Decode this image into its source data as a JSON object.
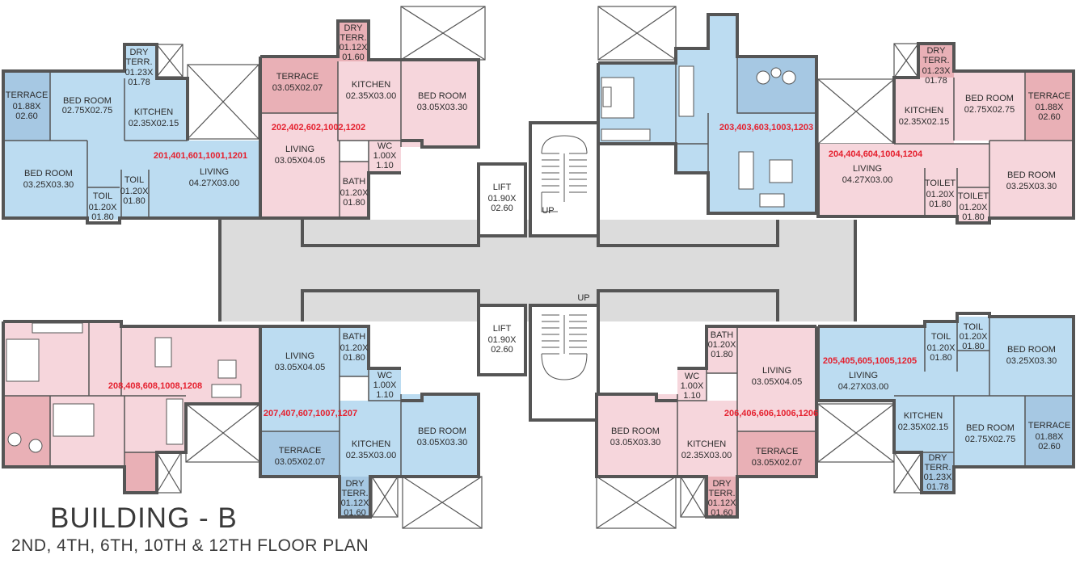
{
  "title": "BUILDING - B",
  "subtitle": "2ND, 4TH, 6TH, 10TH & 12TH FLOOR PLAN",
  "colors": {
    "blue": "#bcdcf1",
    "pink": "#f6d6dc",
    "darkblue": "#a6c8e3",
    "darkpink": "#e9b0b6",
    "lobby": "#dcdcdc",
    "wall": "#555555",
    "unit_text": "#e5202e"
  },
  "lifts": [
    {
      "name": "LIFT",
      "size": "01.90X 02.60"
    },
    {
      "name": "LIFT",
      "size": "01.90X 02.60"
    }
  ],
  "stairs": [
    {
      "label": "UP"
    },
    {
      "label": "UP"
    }
  ],
  "units": [
    {
      "numbers": "201,401,601,1001,1201",
      "rooms": [
        {
          "name": "TERRACE",
          "size": "01.88X 02.60"
        },
        {
          "name": "BED ROOM",
          "size": "02.75X02.75"
        },
        {
          "name": "DRY TERR.",
          "size": "01.23X 01.78"
        },
        {
          "name": "KITCHEN",
          "size": "02.35X02.15"
        },
        {
          "name": "BED ROOM",
          "size": "03.25X03.30"
        },
        {
          "name": "TOIL",
          "size": "01.20X 01.80"
        },
        {
          "name": "TOIL",
          "size": "01.20X 01.80"
        },
        {
          "name": "LIVING",
          "size": "04.27X03.00"
        }
      ]
    },
    {
      "numbers": "202,402,602,1002,1202",
      "rooms": [
        {
          "name": "TERRACE",
          "size": "03.05X02.07"
        },
        {
          "name": "DRY TERR.",
          "size": "01.12X 01.60"
        },
        {
          "name": "KITCHEN",
          "size": "02.35X03.00"
        },
        {
          "name": "BED ROOM",
          "size": "03.05X03.30"
        },
        {
          "name": "LIVING",
          "size": "03.05X04.05"
        },
        {
          "name": "WC",
          "size": "1.00X 1.10"
        },
        {
          "name": "BATH",
          "size": "01.20X 01.80"
        }
      ]
    },
    {
      "numbers": "203,403,603,1003,1203",
      "rooms": []
    },
    {
      "numbers": "204,404,604,1004,1204",
      "rooms": [
        {
          "name": "DRY TERR.",
          "size": "01.23X 01.78"
        },
        {
          "name": "BED ROOM",
          "size": "02.75X02.75"
        },
        {
          "name": "TERRACE",
          "size": "01.88X 02.60"
        },
        {
          "name": "KITCHEN",
          "size": "02.35X02.15"
        },
        {
          "name": "LIVING",
          "size": "04.27X03.00"
        },
        {
          "name": "BED ROOM",
          "size": "03.25X03.30"
        },
        {
          "name": "TOILET",
          "size": "01.20X 01.80"
        },
        {
          "name": "TOILET",
          "size": "01.20X 01.80"
        }
      ]
    },
    {
      "numbers": "205,405,605,1005,1205",
      "rooms": [
        {
          "name": "TOIL",
          "size": "01.20X 01.80"
        },
        {
          "name": "TOIL",
          "size": "01.20X 01.80"
        },
        {
          "name": "BED ROOM",
          "size": "03.25X03.30"
        },
        {
          "name": "LIVING",
          "size": "04.27X03.00"
        },
        {
          "name": "KITCHEN",
          "size": "02.35X02.15"
        },
        {
          "name": "BED ROOM",
          "size": "02.75X02.75"
        },
        {
          "name": "TERRACE",
          "size": "01.88X 02.60"
        },
        {
          "name": "DRY TERR.",
          "size": "01.23X 01.78"
        }
      ]
    },
    {
      "numbers": "206,406,606,1006,1206",
      "rooms": [
        {
          "name": "BATH",
          "size": "01.20X 01.80"
        },
        {
          "name": "LIVING",
          "size": "03.05X04.05"
        },
        {
          "name": "WC",
          "size": "1.00X 1.10"
        },
        {
          "name": "BED ROOM",
          "size": "03.05X03.30"
        },
        {
          "name": "KITCHEN",
          "size": "02.35X03.00"
        },
        {
          "name": "TERRACE",
          "size": "03.05X02.07"
        },
        {
          "name": "DRY TERR.",
          "size": "01.12X 01.60"
        }
      ]
    },
    {
      "numbers": "207,407,607,1007,1207",
      "rooms": [
        {
          "name": "LIVING",
          "size": "03.05X04.05"
        },
        {
          "name": "BATH",
          "size": "01.20X 01.80"
        },
        {
          "name": "WC",
          "size": "1.00X 1.10"
        },
        {
          "name": "BED ROOM",
          "size": "03.05X03.30"
        },
        {
          "name": "TERRACE",
          "size": "03.05X02.07"
        },
        {
          "name": "KITCHEN",
          "size": "02.35X03.00"
        },
        {
          "name": "DRY TERR.",
          "size": "01.12X 01.60"
        }
      ]
    },
    {
      "numbers": "208,408,608,1008,1208",
      "rooms": []
    }
  ]
}
